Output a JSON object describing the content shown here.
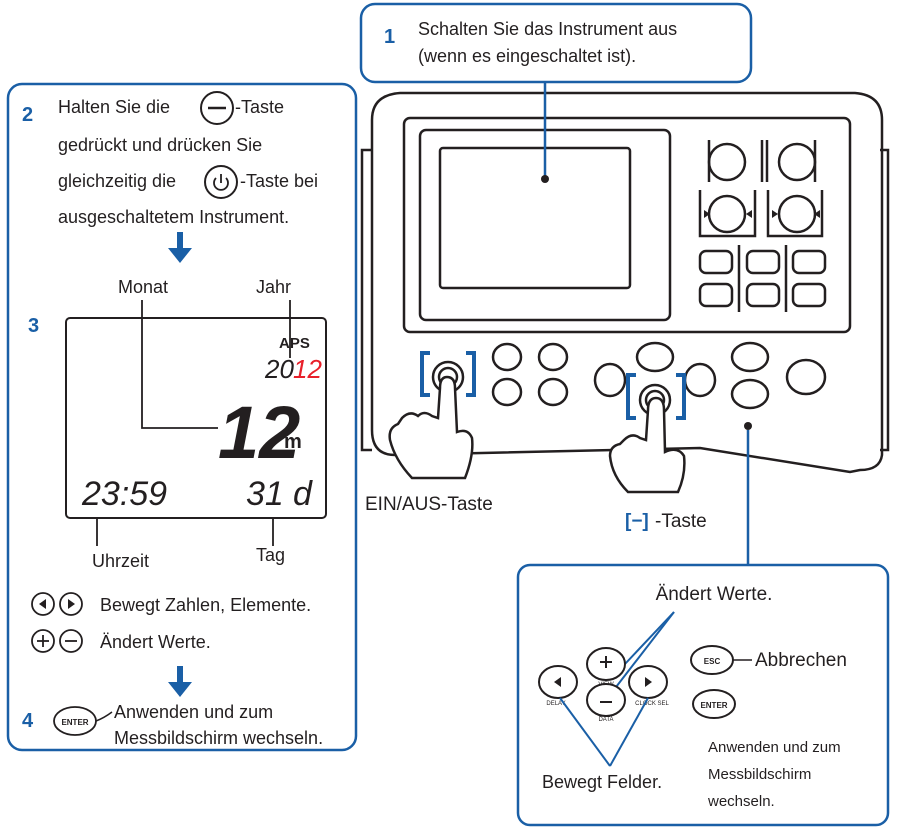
{
  "accent_color": "#1a5fa6",
  "alert_color": "#e8202a",
  "step1": {
    "number": "1",
    "line1": "Schalten Sie das Instrument aus",
    "line2": "(wenn es eingeschaltet ist)."
  },
  "step2": {
    "number": "2",
    "line1_a": "Halten Sie die",
    "line1_b": "-Taste",
    "line2": "gedrückt und drücken Sie",
    "line3_a": "gleichzeitig die",
    "line3_b": "-Taste bei",
    "line4": "ausgeschaltetem Instrument."
  },
  "step3": {
    "number": "3",
    "label_month": "Monat",
    "label_year": "Jahr",
    "label_time": "Uhrzeit",
    "label_day": "Tag",
    "lcd": {
      "aps": "APS",
      "year_prefix": "20",
      "year_blink": "12",
      "month_value": "12",
      "month_unit": "m",
      "time": "23:59",
      "day_value": "31",
      "day_unit": "d"
    },
    "hint_move": "Bewegt Zahlen, Elemente.",
    "hint_change": "Ändert Werte."
  },
  "step4": {
    "number": "4",
    "enter_key": "ENTER",
    "line1": "Anwenden und zum",
    "line2": "Messbildschirm wechseln."
  },
  "instrument": {
    "power_key_caption": "EIN/AUS-Taste",
    "minus_key_bracket": "[−]",
    "minus_key_caption": "-Taste"
  },
  "keypad_callout": {
    "change_values": "Ändert Werte.",
    "move_fields": "Bewegt Felder.",
    "view_label": "VIEW",
    "data_label": "DATA",
    "delay_label": "DELAY",
    "clock_label": "CLOCK SEL",
    "esc_key": "ESC",
    "cancel": "Abbrechen",
    "enter_key": "ENTER",
    "apply_line1": "Anwenden und zum",
    "apply_line2": "Messbildschirm",
    "apply_line3": "wechseln."
  }
}
